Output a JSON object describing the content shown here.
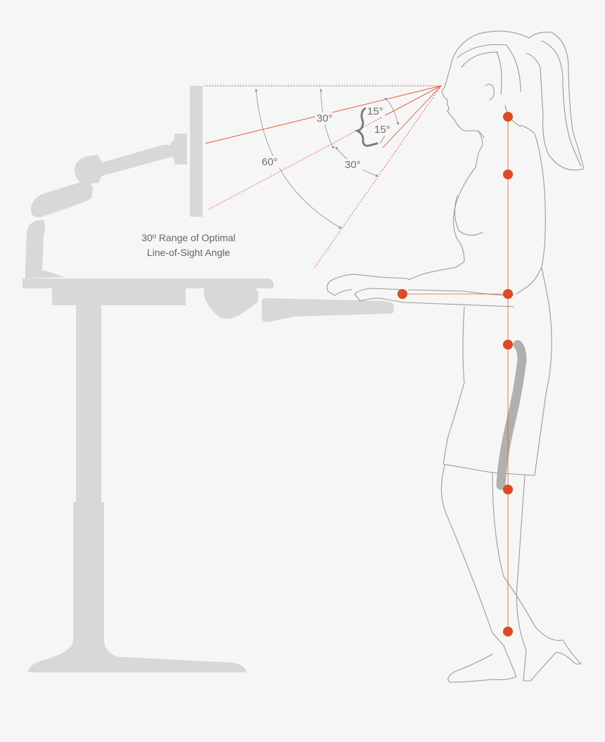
{
  "caption": {
    "line1": "30º Range of Optimal",
    "line2": "Line-of-Sight Angle"
  },
  "angles": {
    "a60": "60°",
    "a30_upper": "30°",
    "a30_lower": "30°",
    "a15_upper": "15°",
    "a15_lower": "15°"
  },
  "colors": {
    "background": "#f6f6f6",
    "furniture": "#d8d8d9",
    "sight_lines": "#e8583a",
    "joint_dots": "#dd4a24",
    "figure_outline": "#9a9a9a",
    "spine": "#a9a9a9",
    "arc_lines": "#8d8d8d"
  },
  "joint_markers": [
    "ear",
    "shoulder",
    "elbow",
    "hip",
    "knee",
    "ankle",
    "wrist"
  ]
}
